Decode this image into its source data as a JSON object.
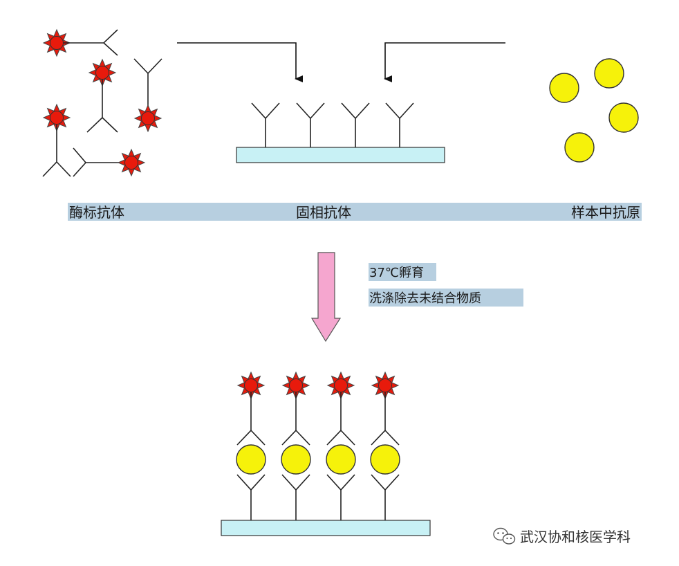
{
  "labels": {
    "enzyme_antibody": "酶标抗体",
    "solid_phase_antibody": "固相抗体",
    "sample_antigen": "样本中抗原",
    "step_line1": "37℃孵育",
    "step_line2": "洗涤除去未结合物质"
  },
  "watermark": {
    "text": "武汉协和核医学科",
    "icon": "wechat-icon"
  },
  "colors": {
    "label_band": "#b7cfe0",
    "solid_phase": "#c8f1f5",
    "antigen": "#f6f20a",
    "enzyme": "#e81a0c",
    "process_arrow": "#f5a6cf"
  }
}
